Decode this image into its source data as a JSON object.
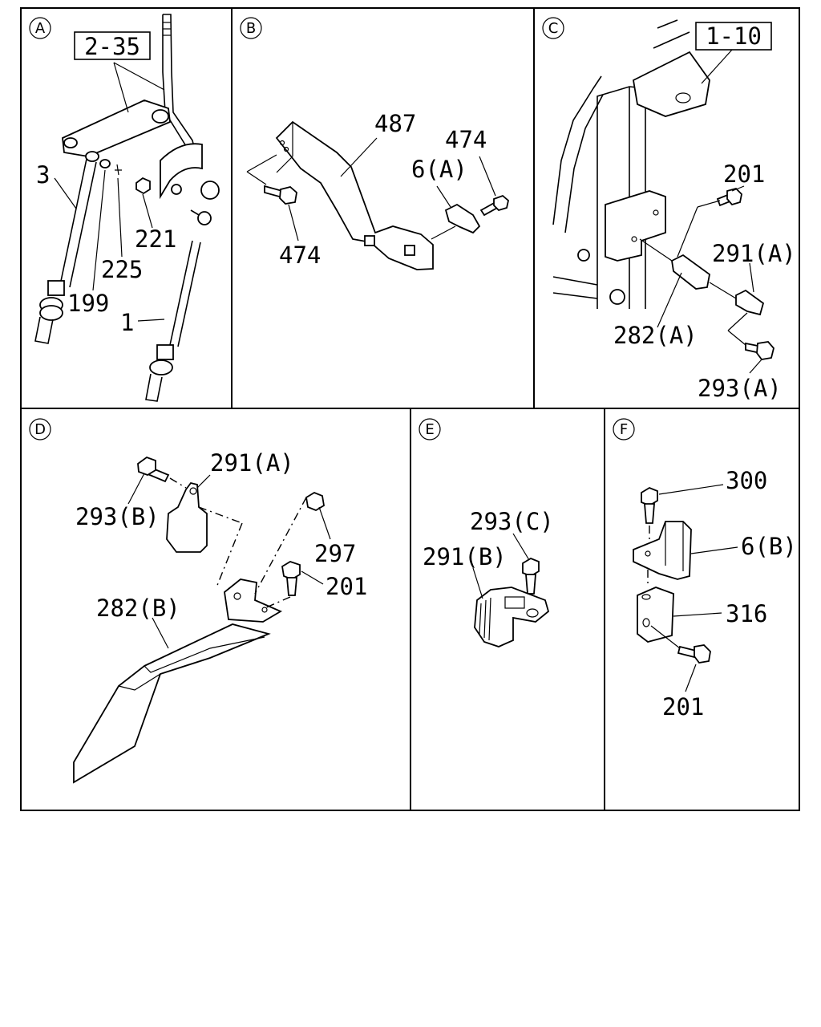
{
  "panels": {
    "A": {
      "letter": "A",
      "ref_box": "2-35",
      "labels": {
        "p3": "3",
        "p199": "199",
        "p225": "225",
        "p221": "221",
        "p1": "1"
      }
    },
    "B": {
      "letter": "B",
      "labels": {
        "p487": "487",
        "p474a": "474",
        "p474b": "474",
        "p6a": "6(A)"
      }
    },
    "C": {
      "letter": "C",
      "ref_box": "1-10",
      "labels": {
        "p201": "201",
        "p291a": "291(A)",
        "p282a": "282(A)",
        "p293a": "293(A)"
      }
    },
    "D": {
      "letter": "D",
      "labels": {
        "p291a": "291(A)",
        "p293b": "293(B)",
        "p297": "297",
        "p201": "201",
        "p282b": "282(B)"
      }
    },
    "E": {
      "letter": "E",
      "labels": {
        "p293c": "293(C)",
        "p291b": "291(B)"
      }
    },
    "F": {
      "letter": "F",
      "labels": {
        "p300": "300",
        "p6b": "6(B)",
        "p316": "316",
        "p201": "201"
      }
    }
  },
  "colors": {
    "line": "#000000",
    "background": "#ffffff"
  }
}
